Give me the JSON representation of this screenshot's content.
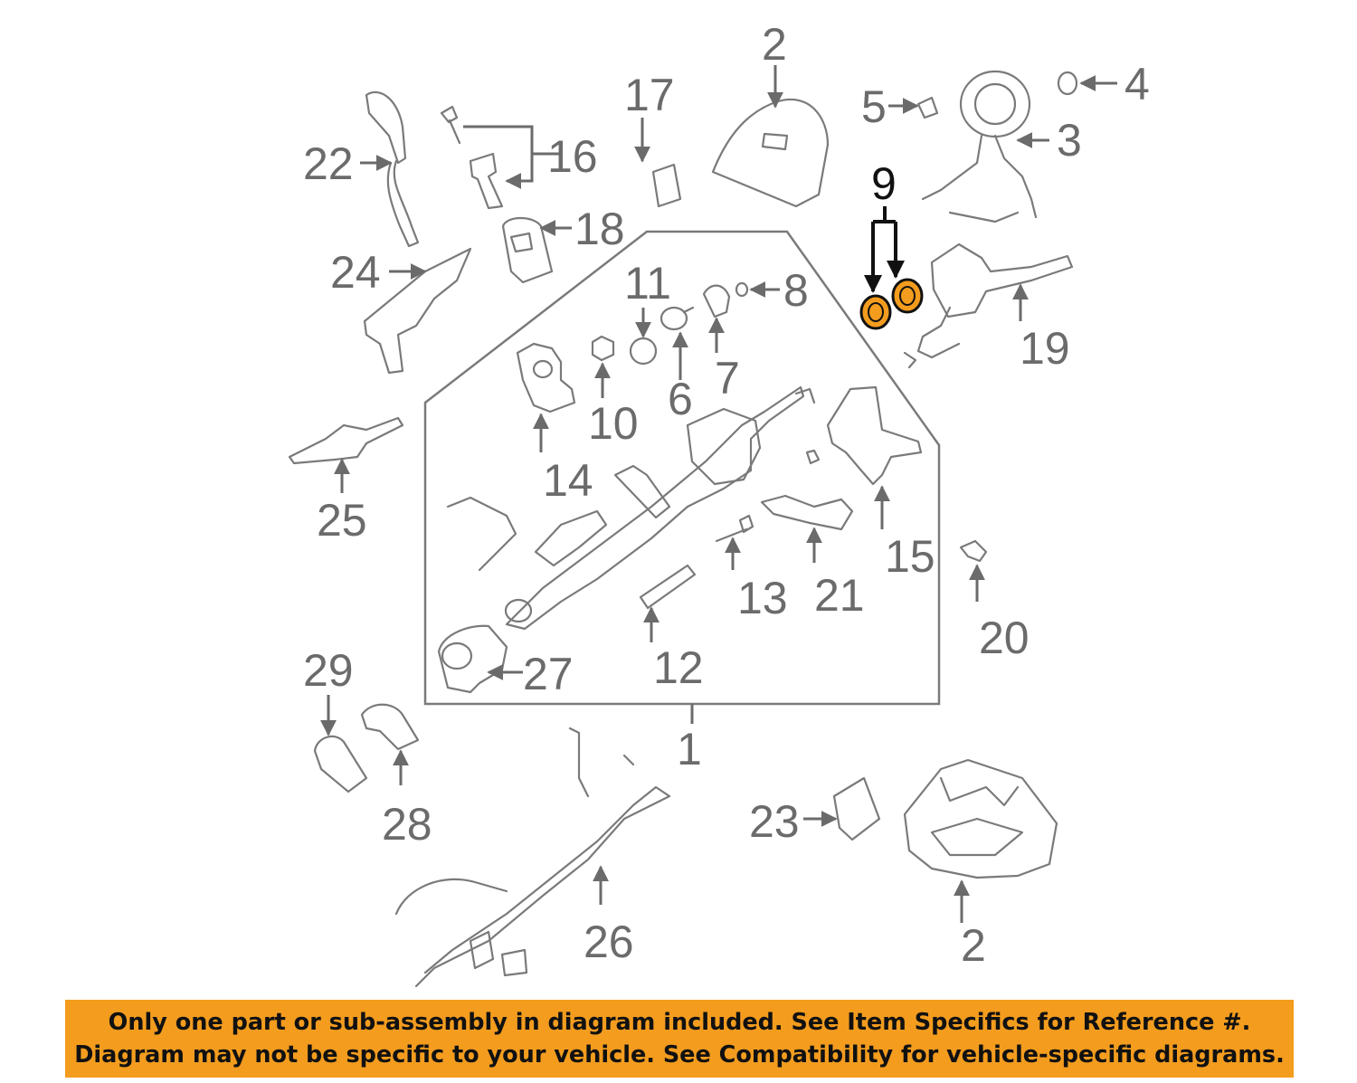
{
  "callouts": {
    "c1": "1",
    "c2a": "2",
    "c2b": "2",
    "c3": "3",
    "c4": "4",
    "c5": "5",
    "c6": "6",
    "c7": "7",
    "c8": "8",
    "c9": "9",
    "c10": "10",
    "c11": "11",
    "c12": "12",
    "c13": "13",
    "c14": "14",
    "c15": "15",
    "c16": "16",
    "c17": "17",
    "c18": "18",
    "c19": "19",
    "c20": "20",
    "c21": "21",
    "c22": "22",
    "c23": "23",
    "c24": "24",
    "c25": "25",
    "c26": "26",
    "c27": "27",
    "c28": "28",
    "c29": "29"
  },
  "highlight": {
    "part": "9",
    "color": "#f39c1e"
  },
  "banner": {
    "line1": "Only one part or sub-assembly in diagram included. See Item Specifics for Reference #.",
    "line2": "Diagram may not be specific to your vehicle. See Compatibility for vehicle-specific diagrams.",
    "color": "#f39c1e"
  }
}
